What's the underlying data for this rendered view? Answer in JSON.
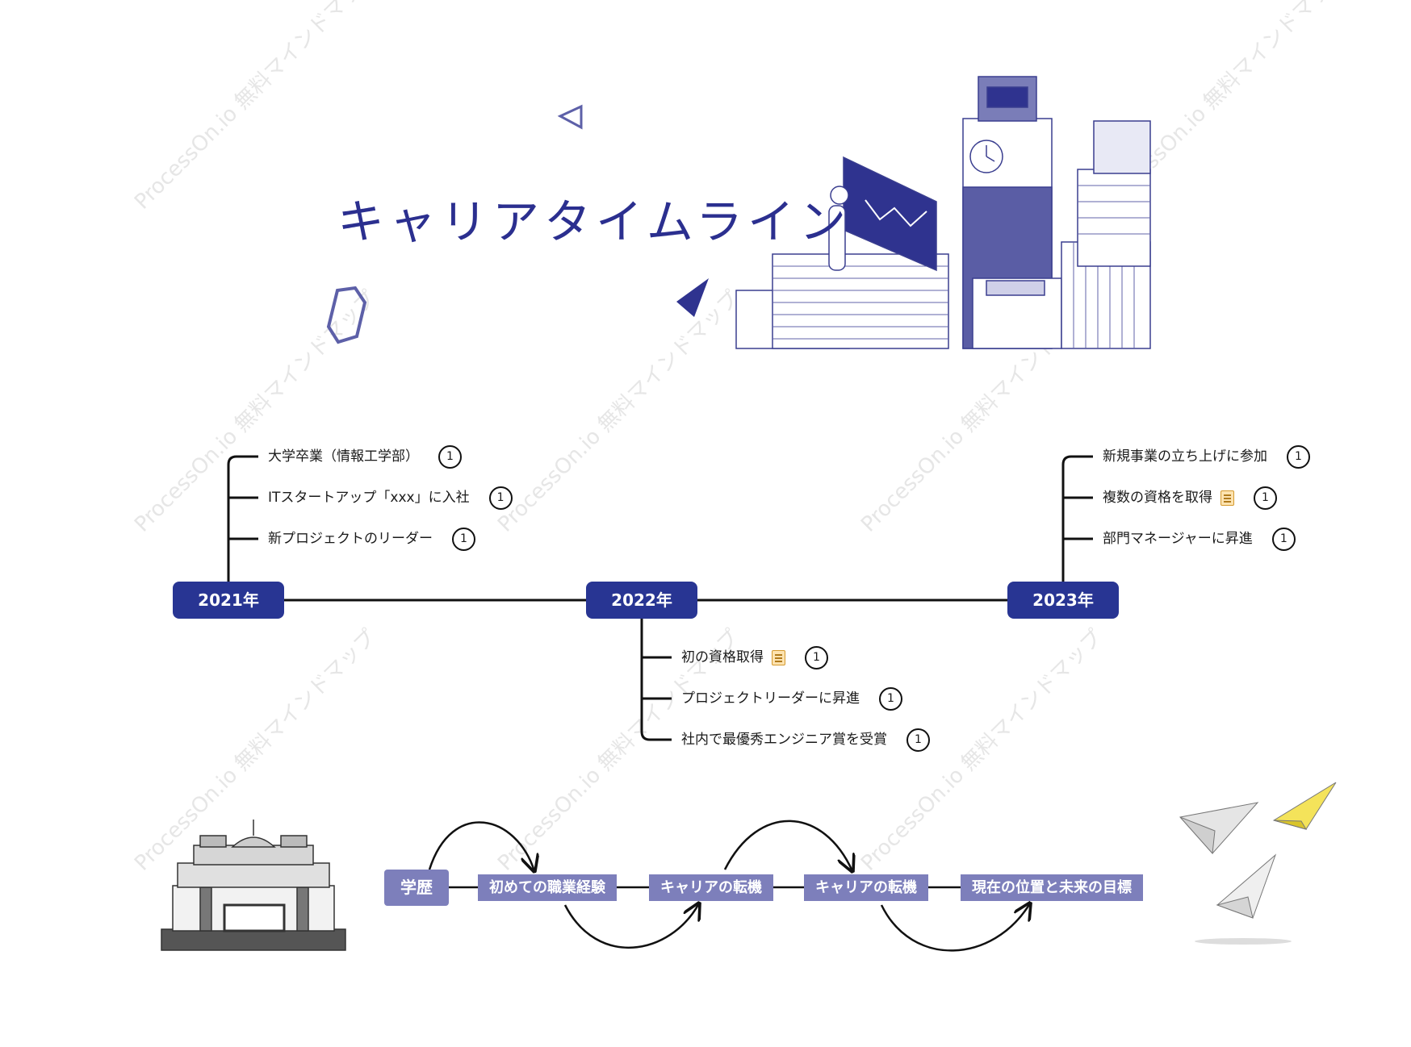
{
  "header": {
    "title": "キャリアタイムライン"
  },
  "watermark": "ProcessOn.io 無料マインドマップ",
  "colors": {
    "year_node": "#283593",
    "flow_node": "#7d7fbb",
    "line": "#111111"
  },
  "timeline": [
    {
      "year": "2021年",
      "items": [
        {
          "text": "大学卒業（情報工学部）",
          "badge": "1",
          "note": false
        },
        {
          "text": "ITスタートアップ「xxx」に入社",
          "badge": "1",
          "note": false
        },
        {
          "text": "新プロジェクトのリーダー",
          "badge": "1",
          "note": false
        }
      ]
    },
    {
      "year": "2022年",
      "items": [
        {
          "text": "初の資格取得",
          "badge": "1",
          "note": true
        },
        {
          "text": "プロジェクトリーダーに昇進",
          "badge": "1",
          "note": false
        },
        {
          "text": "社内で最優秀エンジニア賞を受賞",
          "badge": "1",
          "note": false
        }
      ]
    },
    {
      "year": "2023年",
      "items": [
        {
          "text": "新規事業の立ち上げに参加",
          "badge": "1",
          "note": false
        },
        {
          "text": "複数の資格を取得",
          "badge": "1",
          "note": true
        },
        {
          "text": "部門マネージャーに昇進",
          "badge": "1",
          "note": false
        }
      ]
    }
  ],
  "flow": [
    "学歴",
    "初めての職業経験",
    "キャリアの転機",
    "キャリアの転機",
    "現在の位置と未来の目標"
  ]
}
